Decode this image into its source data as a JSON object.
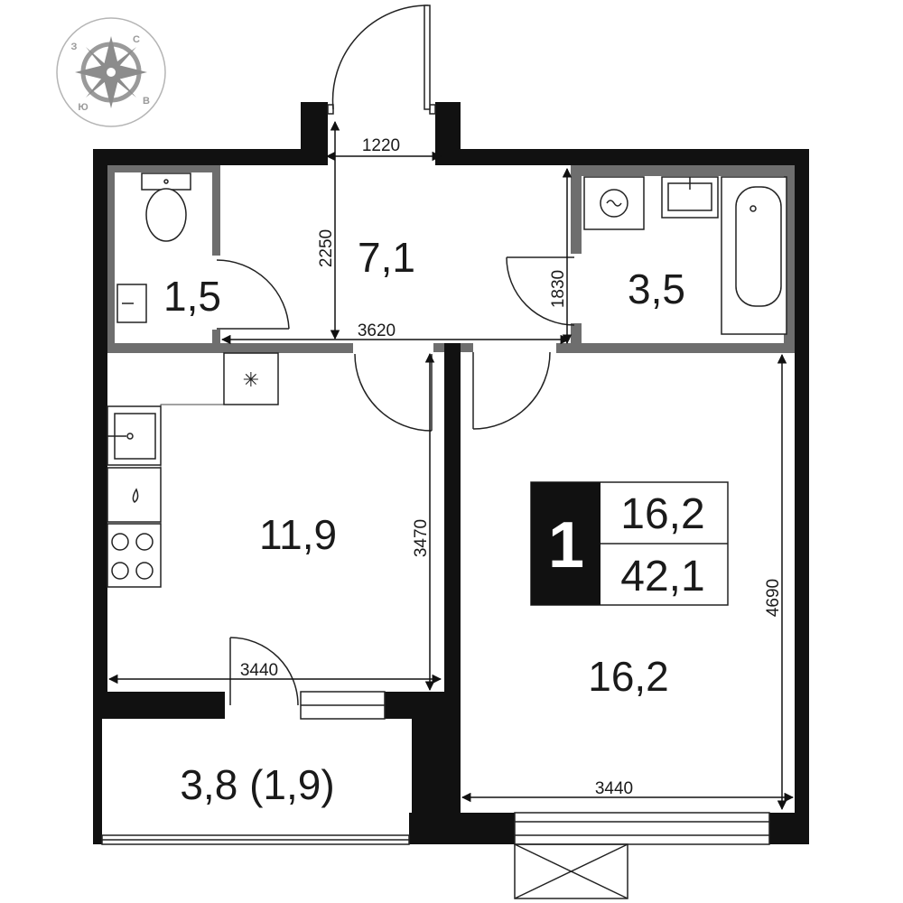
{
  "rooms": {
    "toilet_area": "1,5",
    "hall_area": "7,1",
    "bathroom_area": "3,5",
    "kitchen_area": "11,9",
    "living_area": "16,2",
    "loggia_area": "3,8 (1,9)"
  },
  "dimensions": {
    "entrance_width": "1220",
    "hall_depth": "2250",
    "bath_depth": "1830",
    "corridor_length": "3620",
    "kitchen_depth": "3470",
    "kitchen_width": "3440",
    "living_depth": "4690",
    "living_width": "3440"
  },
  "summary": {
    "rooms_count": "1",
    "living_area": "16,2",
    "total_area": "42,1"
  },
  "compass": {
    "west": "З",
    "north": "С",
    "south": "Ю",
    "east": "В"
  }
}
